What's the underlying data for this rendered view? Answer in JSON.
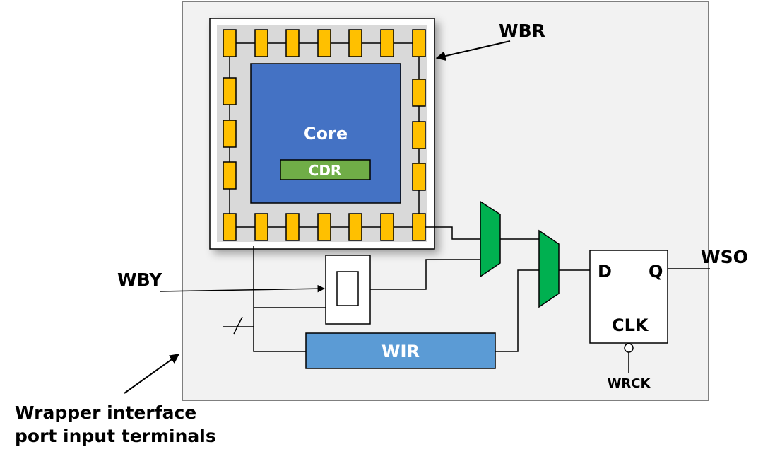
{
  "labels": {
    "core": "Core",
    "cdr": "CDR",
    "wbr": "WBR",
    "wby": "WBY",
    "wso": "WSO",
    "wir": "WIR",
    "flipflop_d": "D",
    "flipflop_q": "Q",
    "flipflop_clk": "CLK",
    "wrck": "WRCK",
    "caption_line1": "Wrapper interface",
    "caption_line2": "port input terminals"
  },
  "colors": {
    "wrapper_fill": "#f2f2f2",
    "wrapper_border": "#7f7f7f",
    "core_fill": "#4472c4",
    "cdr_fill": "#70ad47",
    "cell_fill": "#ffc000",
    "mux_fill": "#00b050",
    "wir_fill": "#5b9bd5",
    "ring_fill": "#d9d9d9"
  },
  "icons": {
    "multiplexer": "mux-trapezoid",
    "boundary_cell": "wbr-cell-rect",
    "inverted_clock": "inversion-bubble"
  }
}
